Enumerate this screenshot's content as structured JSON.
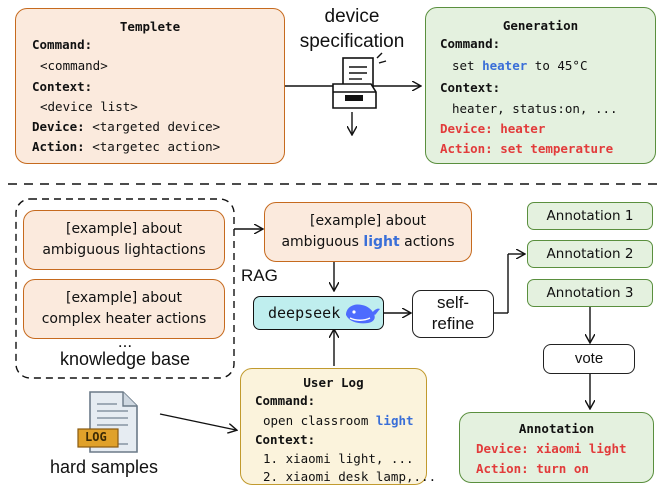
{
  "template": {
    "title": "Templete",
    "command_label": "Command:",
    "command_value": "<command>",
    "context_label": "Context:",
    "context_value": "<device list>",
    "device_label": "Device:",
    "device_value": "<targeted device>",
    "action_label": "Action:",
    "action_value": "<targetec action>"
  },
  "device_spec": {
    "line1": "device",
    "line2": "specification"
  },
  "generation": {
    "title": "Generation",
    "command_label": "Command:",
    "command_pre": "set ",
    "command_highlight": "heater",
    "command_post": " to 45°C",
    "context_label": "Context:",
    "context_value": "heater, status:on, ...",
    "device": "Device: heater",
    "action": "Action: set temperature"
  },
  "knowledge_base": {
    "ex1_line1": "[example] about",
    "ex1_line2": "ambiguous lightactions",
    "ex2_line1": "[example] about",
    "ex2_line2": "complex heater actions",
    "ellipsis": "...",
    "label": "knowledge base",
    "rag_label": "RAG"
  },
  "retrieved": {
    "line1": "[example] about",
    "line2_pre": "ambiguous ",
    "line2_highlight": "light",
    "line2_post": " actions"
  },
  "deepseek": {
    "label": "deepseek"
  },
  "self_refine": {
    "line1": "self-",
    "line2": "refine"
  },
  "annotations": [
    "Annotation 1",
    "Annotation 2",
    "Annotation 3"
  ],
  "vote": {
    "label": "vote"
  },
  "user_log": {
    "title": "User Log",
    "command_label": "Command:",
    "command_pre": "open classroom ",
    "command_highlight": "light",
    "context_label": "Context:",
    "context_line1": "1. xiaomi light, ...",
    "context_line2": "2. xiaomi desk lamp,..."
  },
  "hard_samples": {
    "label": "hard samples",
    "icon_text": "LOG"
  },
  "final_annotation": {
    "title": "Annotation",
    "device": "Device: xiaomi light",
    "action": "Action: turn on"
  },
  "colors": {
    "peach_fill": "#fbeadd",
    "peach_border": "#c66a1e",
    "green_fill": "#e4f1df",
    "green_border": "#5a8f3e",
    "cream_fill": "#fbf3dc",
    "cream_border": "#c19a2e",
    "deepseek_fill": "#bfeeee",
    "highlight_red": "#e23b3b",
    "highlight_blue": "#3a6fd8"
  }
}
